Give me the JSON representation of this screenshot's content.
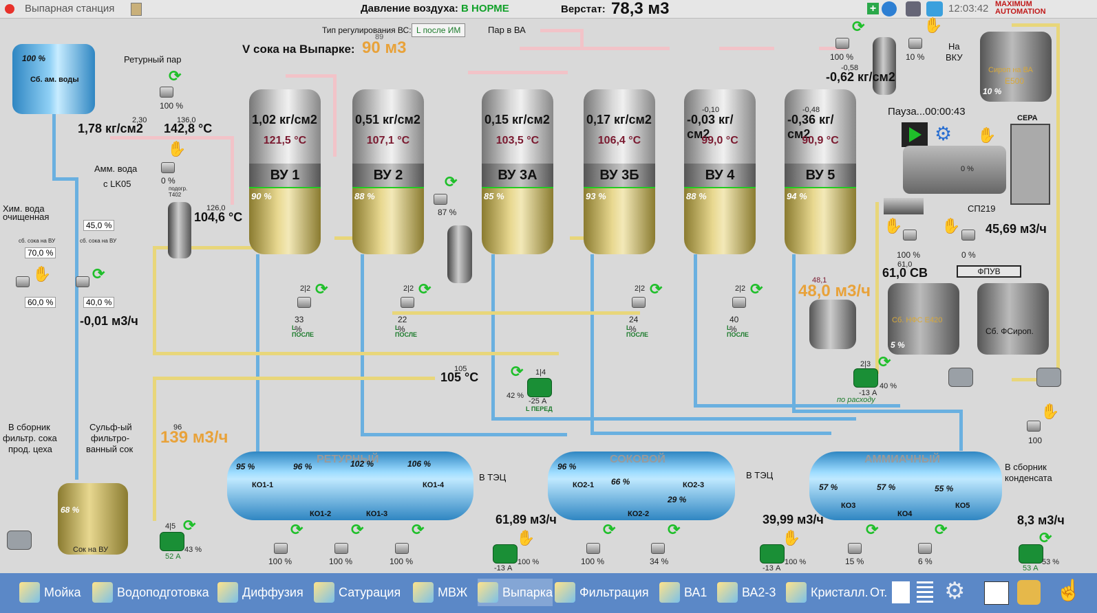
{
  "header": {
    "title": "Выпарная станция",
    "air_label": "Давление воздуха:",
    "air_status": "В НОРМЕ",
    "verstat_label": "Верстат:",
    "verstat_value": "78,3 м3",
    "clock": "12:03:42",
    "brand": "MAXIMUM AUTOMATION"
  },
  "controls": {
    "regulation_label": "Тип регулирования ВС:",
    "regulation_value": "L после ИМ",
    "steam_label": "Пар в ВА",
    "juice_label": "V сока на Выпарке:",
    "juice_value": "90 м3",
    "juice_small": "89",
    "pause_text": "Пауза...00:00:43"
  },
  "vessels": [
    {
      "name": "ВУ 1",
      "pressure": "1,02 кг/см2",
      "temp": "121,5 °C",
      "level": "90 %",
      "valve_pct": "33 %",
      "valve_mode": "L ПОСЛЕ",
      "valve_id": "2|2"
    },
    {
      "name": "ВУ 2",
      "pressure": "0,51 кг/см2",
      "temp": "107,1 °C",
      "level": "88 %",
      "valve_pct": "22 %",
      "valve_mode": "L ПОСЛЕ",
      "valve_id": "2|2"
    },
    {
      "name": "ВУ 3А",
      "pressure": "0,15 кг/см2",
      "temp": "103,5 °C",
      "level": "85 %"
    },
    {
      "name": "ВУ 3Б",
      "pressure": "0,17 кг/см2",
      "temp": "106,4 °C",
      "level": "93 %",
      "valve_pct": "24 %",
      "valve_mode": "L ПОСЛЕ",
      "valve_id": "2|2"
    },
    {
      "name": "ВУ 4",
      "pressure": "-0,03 кг/см2",
      "temp": "99,0 °C",
      "level": "88 %",
      "small": "-0,10",
      "valve_pct": "40 %",
      "valve_mode": "L ПОСЛЕ",
      "valve_id": "2|2"
    },
    {
      "name": "ВУ 5",
      "pressure": "-0,36 кг/см2",
      "temp": "90,9 °C",
      "level": "94 %",
      "small": "-0,48"
    }
  ],
  "left": {
    "amm_tank_label": "Сб. ам. воды",
    "amm_tank_level": "100 %",
    "return_steam": "Ретурный пар",
    "return_valve_pct": "100 %",
    "pressure_small": "2,30",
    "pressure": "1,78 кг/см2",
    "temp_small": "136,0",
    "temp": "142,8 °C",
    "amm_water": "Амм. вода",
    "amm_src": "с LK05",
    "amm_valve_pct": "0 %",
    "heater_label": "подогр. Т402",
    "heater_temp_small": "126,0",
    "heater_temp": "104,6 °C",
    "chem_water": "Хим. вода",
    "chem_water2": "очищенная",
    "sp1": "45,0 %",
    "sp1_label": "сб. сока на ВУ",
    "sp2": "70,0 %",
    "sp2_label": "сб. сока на ВУ",
    "sp3": "60,0 %",
    "sp4": "40,0 %",
    "flow1": "-0,01 м3/ч",
    "to_tank": "В сборник",
    "to_tank2": "фильтр. сока",
    "to_tank3": "прод. цеха",
    "sulf1": "Сульф-ый",
    "sulf2": "фильтро-",
    "sulf3": "ванный сок",
    "juice_tank_level": "68 %",
    "juice_tank_label": "Сок на ВУ",
    "flow_small": "96",
    "flow_big": "139 м3/ч",
    "pump_id": "4|5",
    "pump_pct": "43 %",
    "pump_amp": "52 А",
    "temp105_small": "105",
    "temp105": "105 °C",
    "mid_pump_id": "1|4",
    "mid_pump_pct": "42 %",
    "mid_pump_amp": "-25 А",
    "mid_pump_mode": "L ПЕРЕД",
    "v3_pct": "87 %"
  },
  "right": {
    "vku_label": "На",
    "vku_label2": "ВКУ",
    "v1_pct": "100 %",
    "v2_pct": "10 %",
    "vac_small": "-0,58",
    "vac": "-0,62 кг/см2",
    "syrup_label": "Сироп на ВА",
    "syrup_id": "Е500",
    "syrup_level": "10 %",
    "sera": "СЕРА",
    "sp219": "СП219",
    "cent_pct": "0 %",
    "flow": "45,69 м3/ч",
    "v3_pct": "100 %",
    "v4_pct": "0 %",
    "cb_small": "61,0",
    "cb": "61,0 СВ",
    "fpuv": "ФПУВ",
    "flow2_small": "48,1",
    "flow2": "48,0 м3/ч",
    "nfs_label": "Сб. НФС Е420",
    "nfs_level": "5 %",
    "fsyr_label": "Сб. ФСироп.",
    "pump_id": "2|3",
    "pump_pct": "40 %",
    "pump_amp": "-13 А",
    "pump_mode": "по расходу",
    "v5_pct": "100"
  },
  "bottom": {
    "ret_label": "РЕТУРНЫЙ",
    "ret_sections": [
      "КО1-1",
      "КО1-2",
      "КО1-3",
      "КО1-4"
    ],
    "ret_pcts": [
      "95 %",
      "96 %",
      "102 %",
      "106 %"
    ],
    "sok_label": "СОКОВОЙ",
    "sok_sections": [
      "КО2-1",
      "КО2-2",
      "КО2-3"
    ],
    "sok_pcts": [
      "96 %",
      "66 %",
      "29 %"
    ],
    "amm_label": "АММИАЧНЫЙ",
    "amm_sections": [
      "КО3",
      "КО4",
      "КО5"
    ],
    "amm_pcts": [
      "57 %",
      "57 %",
      "55 %"
    ],
    "tec1": "В ТЭЦ",
    "tec2": "В ТЭЦ",
    "cond1": "В сборник",
    "cond2": "конденсата",
    "flow1": "61,89 м3/ч",
    "flow2": "39,99 м3/ч",
    "flow3": "8,3 м3/ч",
    "ret_valves": [
      "100 %",
      "100 %",
      "100 %"
    ],
    "sok_valves": [
      "100 %",
      "34 %"
    ],
    "amm_valves": [
      "15 %",
      "6 %"
    ],
    "pump1_amp": "-13 А",
    "pump1_pct": "100 %",
    "pump2_amp": "-13 А",
    "pump2_pct": "100 %",
    "pump3_amp": "53 А",
    "pump3_pct": "53 %"
  },
  "taskbar": [
    {
      "label": "Мойка"
    },
    {
      "label": "Водоподготовка"
    },
    {
      "label": "Диффузия"
    },
    {
      "label": "Сатурация"
    },
    {
      "label": "МВЖ"
    },
    {
      "label": "Выпарка"
    },
    {
      "label": "Фильтрация"
    },
    {
      "label": "ВА1"
    },
    {
      "label": "ВА2-3"
    },
    {
      "label": "Кристалл."
    },
    {
      "label": "От."
    }
  ]
}
